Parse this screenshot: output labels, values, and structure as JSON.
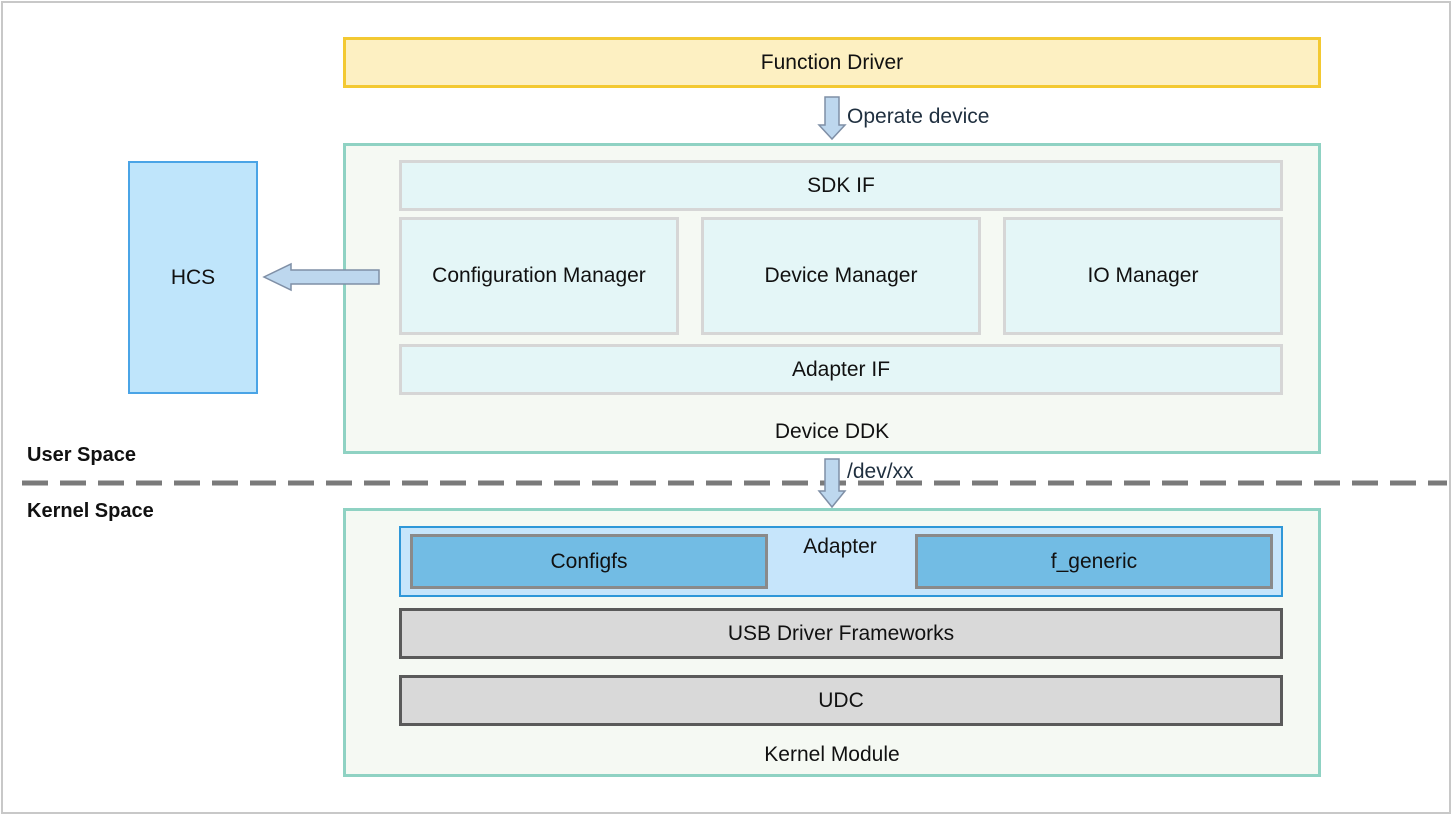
{
  "diagram": {
    "function_driver": "Function Driver",
    "operate_device": "Operate device",
    "sdk_if": "SDK IF",
    "configuration_manager": "Configuration Manager",
    "device_manager": "Device Manager",
    "io_manager": "IO Manager",
    "adapter_if": "Adapter IF",
    "device_ddk": "Device DDK",
    "hcs": "HCS",
    "user_space": "User Space",
    "kernel_space": "Kernel Space",
    "dev_path": "/dev/xx",
    "adapter": "Adapter",
    "configfs": "Configfs",
    "f_generic": "f_generic",
    "usb_driver_frameworks": "USB Driver Frameworks",
    "udc": "UDC",
    "kernel_module": "Kernel Module"
  },
  "colors": {
    "function_driver_fill": "#fdf0c2",
    "function_driver_border": "#f3c932",
    "container_border": "#8fd2c3",
    "light_box_fill": "#e4f6f7",
    "hcs_fill": "#bfe5fb",
    "adapter_fill": "#c6e5fb",
    "adapter_inner_fill": "#72bce4",
    "gray_fill": "#d9d9d9",
    "arrow_fill": "#bdd7ee",
    "arrow_border": "#7f8fa6"
  }
}
